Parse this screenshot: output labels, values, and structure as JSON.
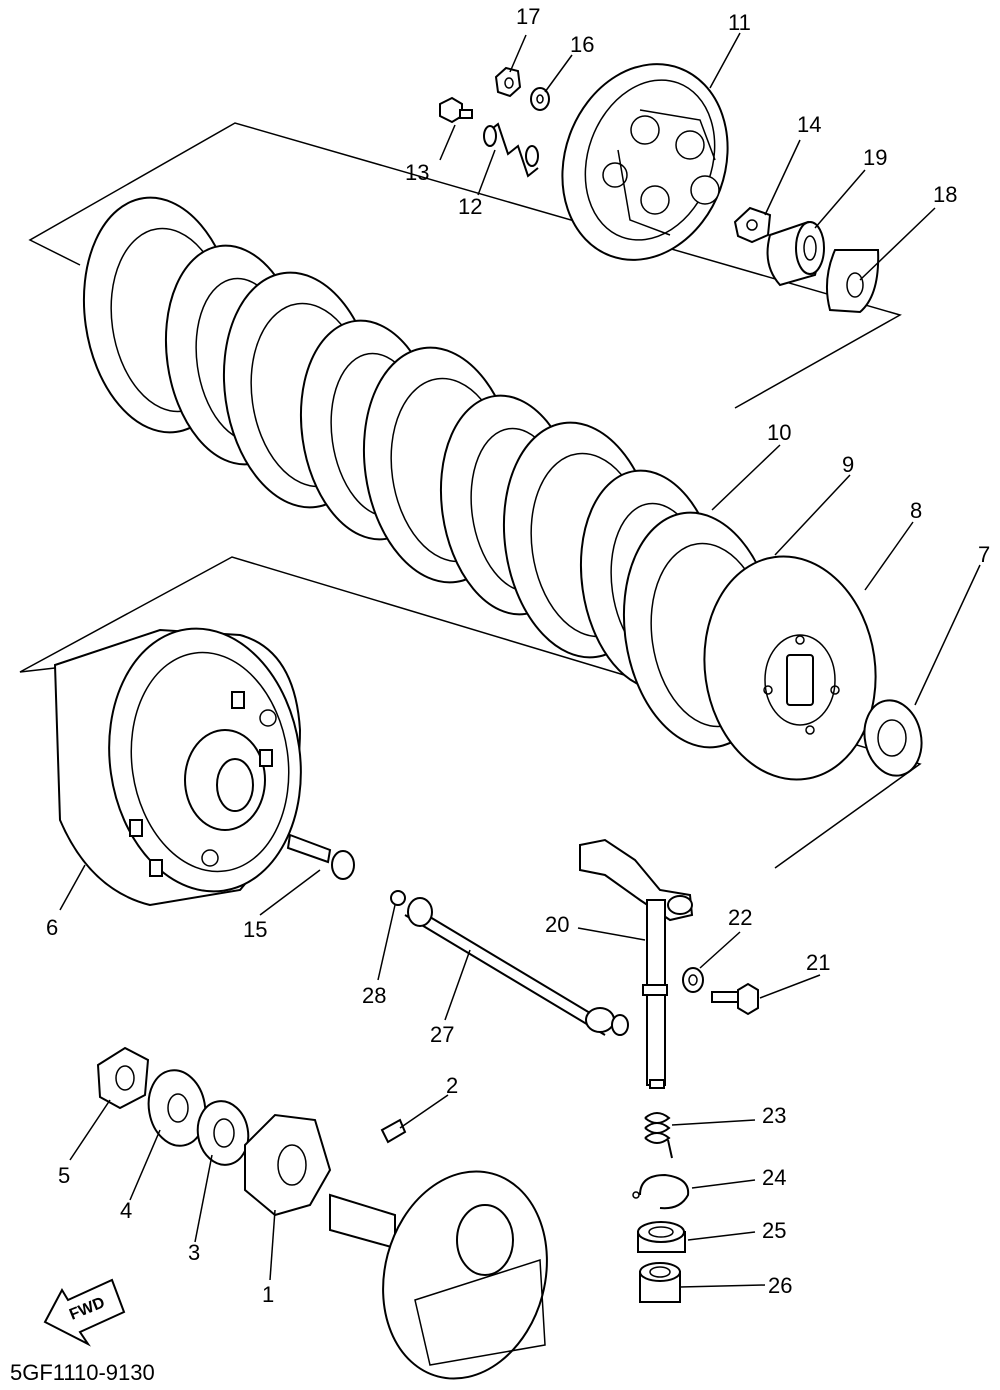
{
  "diagram_code": "5GF1110-9130",
  "fwd_label": "FWD",
  "callouts": {
    "c1": "1",
    "c2": "2",
    "c3": "3",
    "c4": "4",
    "c5": "5",
    "c6": "6",
    "c7": "7",
    "c8": "8",
    "c9": "9",
    "c10": "10",
    "c11": "11",
    "c12": "12",
    "c13": "13",
    "c14": "14",
    "c15": "15",
    "c16": "16",
    "c17": "17",
    "c18": "18",
    "c19": "19",
    "c20": "20",
    "c21": "21",
    "c22": "22",
    "c23": "23",
    "c24": "24",
    "c25": "25",
    "c26": "26",
    "c27": "27",
    "c28": "28"
  },
  "icons": {
    "fwd_arrow": "fwd-arrow-icon"
  }
}
